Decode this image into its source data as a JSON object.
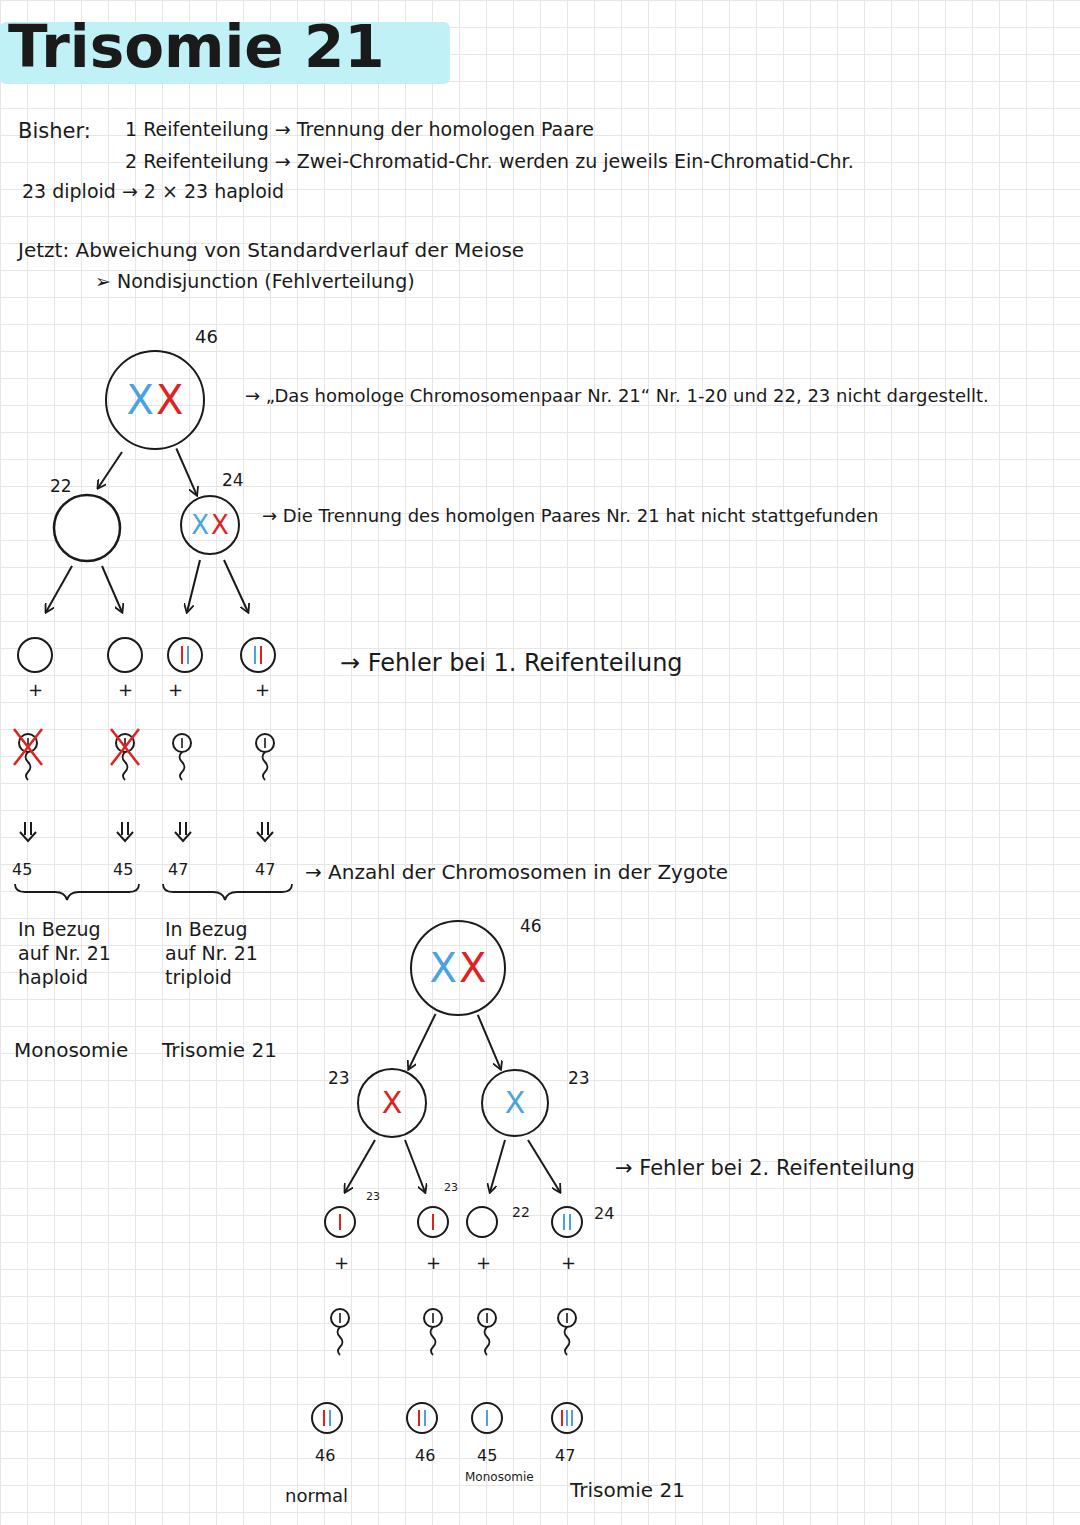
{
  "diagram": {
    "title": "Trisomie 21",
    "nodes": [
      {
        "text": [
          "X",
          "X"
        ]
      },
      {
        "text": [
          "X",
          "X"
        ]
      },
      {
        "text": [
          "X",
          "X"
        ]
      },
      {
        "text": [
          "X"
        ]
      },
      {
        "text": [
          "X"
        ]
      }
    ],
    "edges": [
      {
        "from": 0,
        "to": 1,
        "arrow": "to"
      },
      {
        "from": 2,
        "to": 3,
        "arrow": "to"
      },
      {
        "from": 2,
        "to": 4,
        "arrow": "to"
      }
    ],
    "labels": [
      "Bisher:",
      "1 Reifenteilung → Trennung der homologen Paare",
      "2 Reifenteilung → Zwei-Chromatid-Chr. werden zu jeweils Ein-Chromatid-Chr.",
      "23 diploid → 2 × 23 haploid",
      "Jetzt: Abweichung von Standardverlauf der Meiose",
      "➢ Nondisjunction (Fehlverteilung)",
      "46",
      "→ „Das homologe Chromosomenpaar Nr. 21“ Nr. 1-20 und 22, 23 nicht dargestellt.",
      "22",
      "24",
      "→ Die Trennung des homolgen Paares Nr. 21 hat nicht stattgefunden",
      "→ Fehler bei 1. Reifenteilung",
      "+",
      "+",
      "+",
      "+",
      "45",
      "45",
      "47",
      "47",
      "→ Anzahl der Chromosomen in der Zygote",
      "In Bezug auf Nr. 21 haploid",
      "In Bezug auf Nr. 21 triploid",
      "Monosomie",
      "Trisomie 21",
      "46",
      "23",
      "23",
      "→ Fehler bei 2. Reifenteilung",
      "23",
      "23",
      "22",
      "24",
      "+",
      "+",
      "+",
      "+",
      "46",
      "46",
      "45",
      "47",
      "Monosomie",
      "normal",
      "Trisomie 21"
    ]
  }
}
